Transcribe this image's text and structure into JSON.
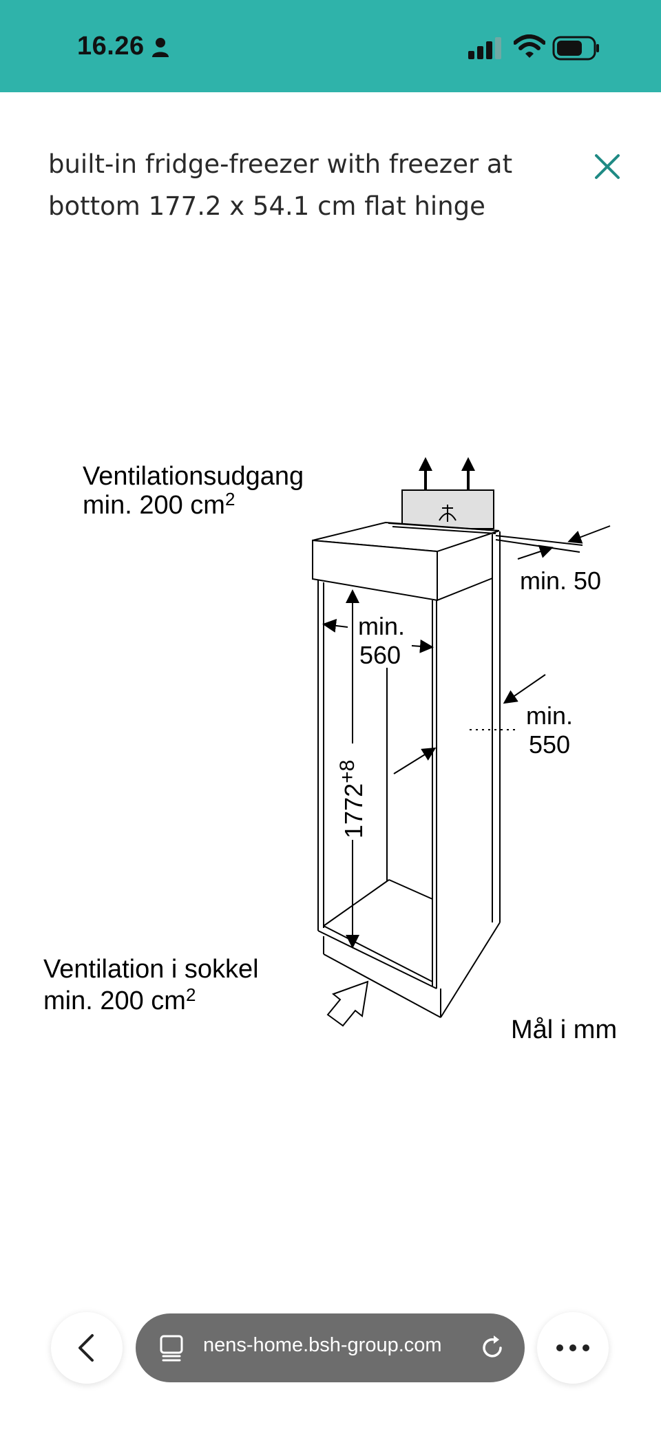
{
  "status_bar": {
    "time": "16.26",
    "icons": [
      "person-icon",
      "signal-icon",
      "wifi-icon",
      "battery-icon"
    ],
    "color": "#2fb3aa"
  },
  "header": {
    "title_line1": "built-in fridge-freezer with freezer at",
    "title_line2": "bottom 177.2 x 54.1 cm flat hinge",
    "close_icon": "close-icon",
    "accent_color": "#1f8a84"
  },
  "diagram": {
    "vent_out_line1": "Ventilationsudgang",
    "vent_out_line2": "min. 200 cm",
    "vent_out_sup": "2",
    "vent_in_line1": "Ventilation i sokkel",
    "vent_in_line2": "min. 200 cm",
    "vent_in_sup": "2",
    "min50": "min. 50",
    "min560_line1": "min.",
    "min560_line2": "560",
    "min550_line1": "min.",
    "min550_line2": "550",
    "height_main": "1772",
    "height_sup": "+8",
    "units": "Mål i mm"
  },
  "browser": {
    "url": "nens-home.bsh-group.com",
    "back_icon": "chevron-left-icon",
    "page_icon": "page-icon",
    "reload_icon": "reload-icon",
    "more_icon": "more-icon"
  }
}
